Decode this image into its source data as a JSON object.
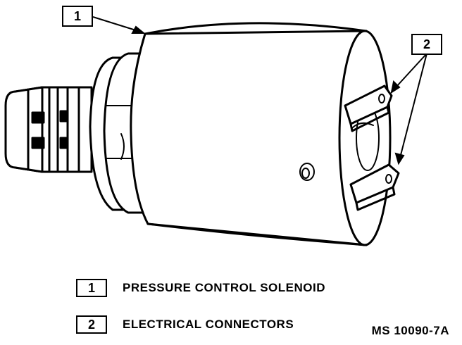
{
  "callouts": [
    {
      "number": "1"
    },
    {
      "number": "2"
    }
  ],
  "legend": [
    {
      "number": "1",
      "label": "PRESSURE CONTROL SOLENOID"
    },
    {
      "number": "2",
      "label": "ELECTRICAL CONNECTORS"
    }
  ],
  "reference_code": "MS 10090-7A"
}
